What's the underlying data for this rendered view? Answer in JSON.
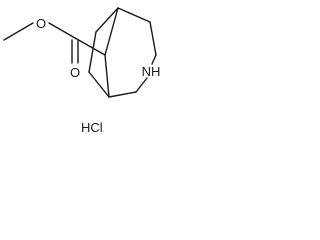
{
  "molecule": {
    "labels": {
      "ester_oxygen": "O",
      "carbonyl_oxygen": "O",
      "ring_nitrogen": "NH",
      "salt": "HCl"
    }
  },
  "colors": {
    "bond": "#1a1a1a",
    "background": "#ffffff"
  }
}
